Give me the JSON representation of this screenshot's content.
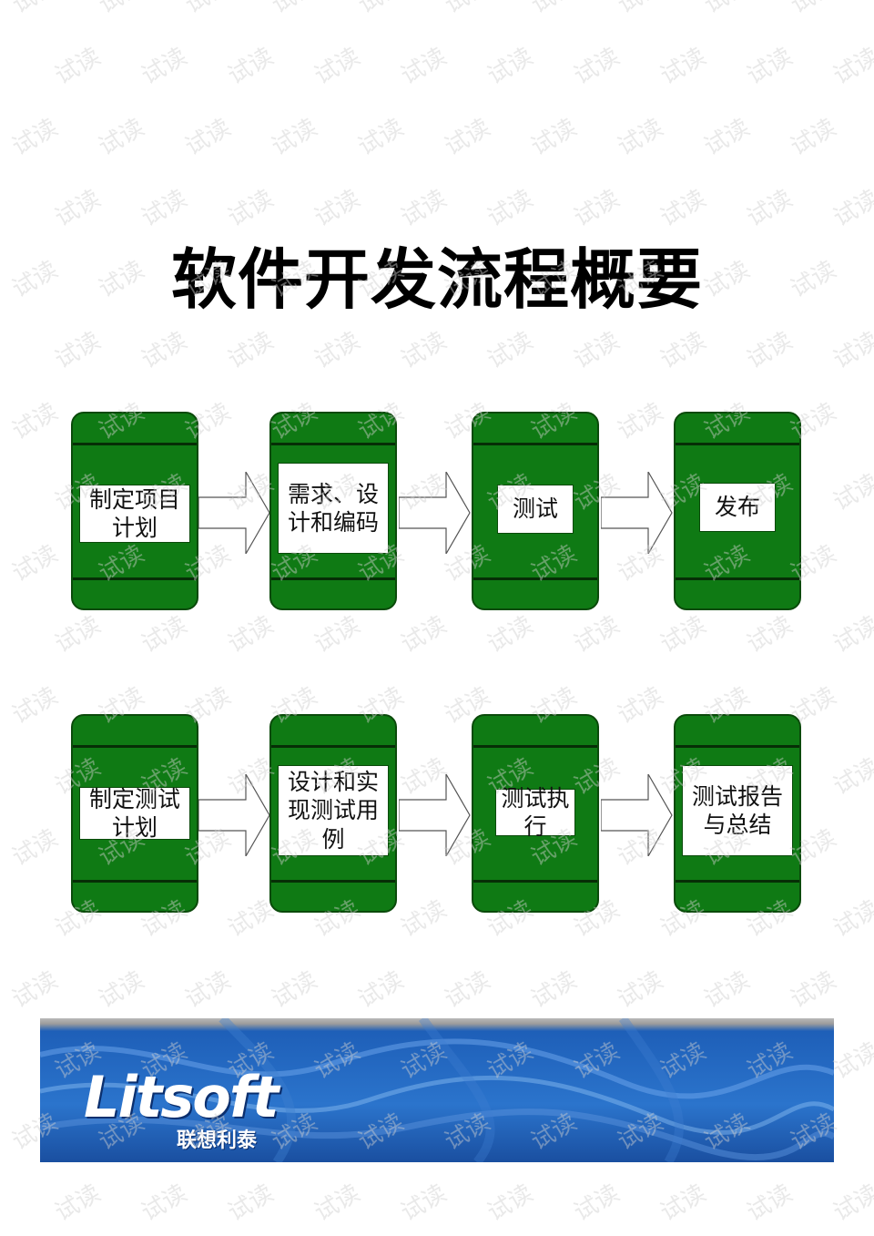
{
  "title": "软件开发流程概要",
  "flows": [
    {
      "steps": [
        "制定项目计划",
        "需求、设计和编码",
        "测试",
        "发布"
      ]
    },
    {
      "steps": [
        "制定测试计划",
        "设计和实现测试用例",
        "测试执行",
        "测试报告与总结"
      ]
    }
  ],
  "footer": {
    "logo": "Litsoft",
    "logo_sub": "联想利泰"
  },
  "watermark": "试读",
  "colors": {
    "box": "#0f7a14",
    "banner": "#2b74cc"
  }
}
